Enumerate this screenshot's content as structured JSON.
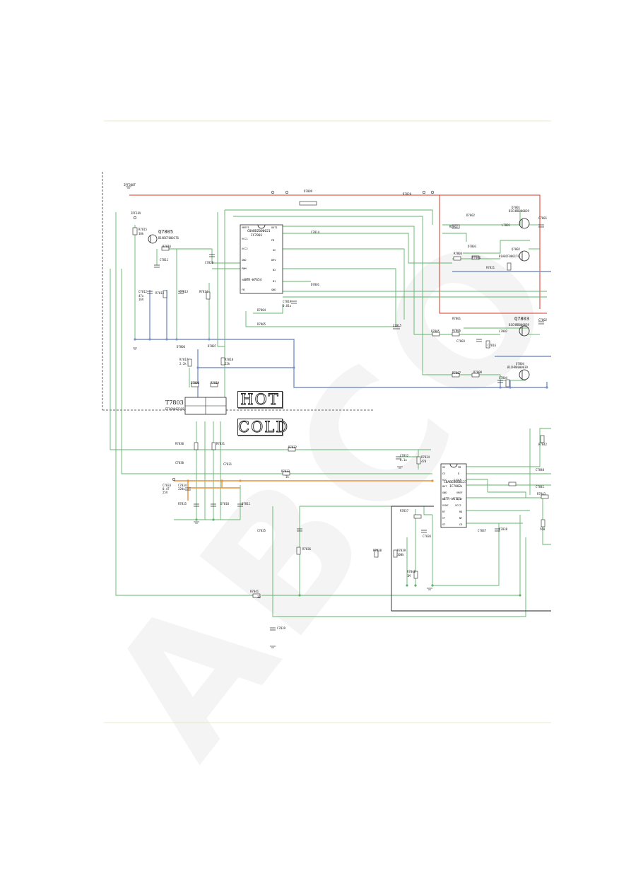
{
  "watermark_text": "ABCO",
  "regions": {
    "hot": "HOT",
    "cold": "COLD"
  },
  "colors": {
    "wire_green": "#5fb46a",
    "wire_blue": "#7b93c8",
    "wire_red": "#d8352a",
    "wire_orange": "#e8913a",
    "wire_black": "#222222",
    "boundary": "#333333"
  },
  "rails": {
    "left_rail": "IPF300T",
    "upper_rail": "IPF16V"
  },
  "ic_upper": {
    "ref": "IC7801",
    "part": "C0ABDZ000021",
    "chip": "STR-W7654",
    "pins_left": [
      "VREF1",
      "VCC1",
      "VCC2",
      "GND",
      "PWM",
      "VOUT",
      "FB"
    ],
    "pins_right": [
      "OUT1",
      "FB",
      "OC",
      "DRV",
      "B2",
      "B1",
      "GND"
    ]
  },
  "ic_lower": {
    "ref": "IC7802",
    "part": "C0ABEB000127",
    "chip": "STR-W6751",
    "pins_left": [
      "SS",
      "CS",
      "VCC",
      "OUT",
      "GND",
      "BD",
      "SYNC",
      "RT",
      "CF",
      "ST"
    ],
    "pins_right": [
      "FB",
      "D",
      "S/OCP",
      "D",
      "VREF",
      "D/ST",
      "VCC2",
      "RD",
      "NF",
      "CD"
    ]
  },
  "transformer": {
    "ref": "T7803",
    "part": "ETS0A0023C0"
  },
  "transistors": [
    {
      "ref": "Q7805",
      "part": "B1ABCF000176"
    },
    {
      "ref": "Q7801",
      "part": "B1CHRB000039"
    },
    {
      "ref": "Q7803",
      "part": "B1CHRB000039"
    },
    {
      "ref": "Q7804",
      "part": "B1CHRB000039"
    },
    {
      "ref": "Q7802",
      "part": "B1ABCF000176"
    }
  ],
  "labels_upper": [
    "R7815",
    "C7811",
    "R7816",
    "C7812",
    "R7813",
    "C7813",
    "R7814",
    "D7804",
    "D7805",
    "D7806",
    "C7820",
    "R7817",
    "R7818",
    "C7819",
    "D7807",
    "D7808",
    "C7815",
    "C7814",
    "R7819",
    "D7801",
    "D7802",
    "D7803",
    "R7801",
    "R7802",
    "R7803",
    "R7804",
    "R7805",
    "R7806",
    "R7807",
    "R7808",
    "C7801",
    "C7802",
    "C7803",
    "C7804",
    "L7801",
    "L7802",
    "D7809",
    "R7820",
    "R7821",
    "C7816"
  ],
  "labels_lower": [
    "R7830",
    "C7830",
    "R7831",
    "C7831",
    "R7832",
    "R7833",
    "C7832",
    "R7834",
    "C7833",
    "R7835",
    "C7834",
    "D7810",
    "D7811",
    "C7835",
    "R7836",
    "R7837",
    "C7836",
    "R7838",
    "R7839",
    "C7837",
    "R7840",
    "C7838",
    "C7839",
    "R7841",
    "R7842",
    "C7840",
    "R7843",
    "C7841"
  ],
  "values": [
    "0.1u",
    "470",
    "10k",
    "1k",
    "2.2k",
    "22k",
    "47u",
    "16V",
    "0.01u",
    "100k",
    "1M",
    "560",
    "33",
    "0.47",
    "220u",
    "25V"
  ]
}
